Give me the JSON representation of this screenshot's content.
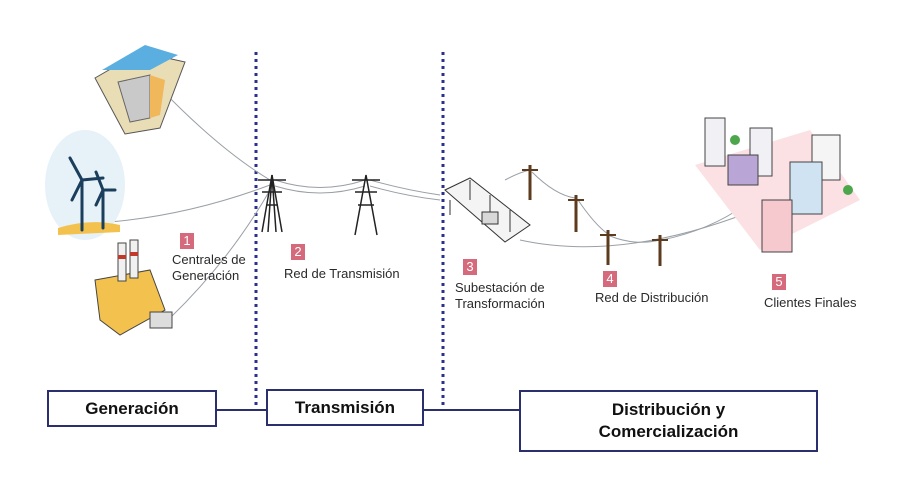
{
  "steps": [
    {
      "number": "1",
      "label_line1": "Centrales de",
      "label_line2": "Generación"
    },
    {
      "number": "2",
      "label_line1": "Red de Transmisión"
    },
    {
      "number": "3",
      "label_line1": "Subestación de",
      "label_line2": "Transformación"
    },
    {
      "number": "4",
      "label_line1": "Red de Distribución"
    },
    {
      "number": "5",
      "label_line1": "Clientes Finales"
    }
  ],
  "stages": [
    {
      "label_line1": "Generación"
    },
    {
      "label_line1": "Transmisión"
    },
    {
      "label_line1": "Distribución y",
      "label_line2": "Comercialización"
    }
  ],
  "colors": {
    "number_badge": "#d46a7c",
    "stage_border": "#2b2f6e",
    "divider": "#2b2f8e"
  }
}
